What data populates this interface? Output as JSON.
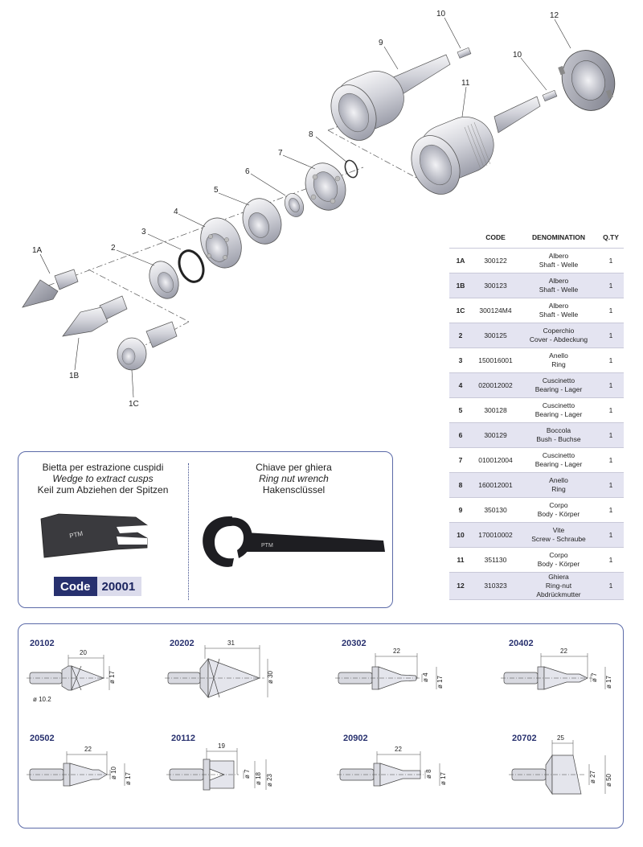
{
  "callouts": {
    "c1A": "1A",
    "c1B": "1B",
    "c1C": "1C",
    "c2": "2",
    "c3": "3",
    "c4": "4",
    "c5": "5",
    "c6": "6",
    "c7": "7",
    "c8": "8",
    "c9": "9",
    "c10a": "10",
    "c10b": "10",
    "c11": "11",
    "c12": "12"
  },
  "table": {
    "headers": [
      "",
      "CODE",
      "DENOMINATION",
      "Q.TY"
    ],
    "rows": [
      {
        "pos": "1A",
        "code": "300122",
        "name": [
          "Albero",
          "Shaft - Welle"
        ],
        "qty": "1"
      },
      {
        "pos": "1B",
        "code": "300123",
        "name": [
          "Albero",
          "Shaft - Welle"
        ],
        "qty": "1"
      },
      {
        "pos": "1C",
        "code": "300124M4",
        "name": [
          "Albero",
          "Shaft - Welle"
        ],
        "qty": "1"
      },
      {
        "pos": "2",
        "code": "300125",
        "name": [
          "Coperchio",
          "Cover - Abdeckung"
        ],
        "qty": "1"
      },
      {
        "pos": "3",
        "code": "150016001",
        "name": [
          "Anello",
          "Ring"
        ],
        "qty": "1"
      },
      {
        "pos": "4",
        "code": "020012002",
        "name": [
          "Cuscinetto",
          "Bearing - Lager"
        ],
        "qty": "1"
      },
      {
        "pos": "5",
        "code": "300128",
        "name": [
          "Cuscinetto",
          "Bearing - Lager"
        ],
        "qty": "1"
      },
      {
        "pos": "6",
        "code": "300129",
        "name": [
          "Boccola",
          "Bush - Buchse"
        ],
        "qty": "1"
      },
      {
        "pos": "7",
        "code": "010012004",
        "name": [
          "Cuscinetto",
          "Bearing - Lager"
        ],
        "qty": "1"
      },
      {
        "pos": "8",
        "code": "160012001",
        "name": [
          "Anello",
          "Ring"
        ],
        "qty": "1"
      },
      {
        "pos": "9",
        "code": "350130",
        "name": [
          "Corpo",
          "Body - Körper"
        ],
        "qty": "1"
      },
      {
        "pos": "10",
        "code": "170010002",
        "name": [
          "Vite",
          "Screw - Schraube"
        ],
        "qty": "1"
      },
      {
        "pos": "11",
        "code": "351130",
        "name": [
          "Corpo",
          "Body - Körper"
        ],
        "qty": "1"
      },
      {
        "pos": "12",
        "code": "310323",
        "name": [
          "Ghiera",
          "Ring-nut",
          "Abdrückmutter"
        ],
        "qty": "1"
      }
    ]
  },
  "tools": {
    "wedge": {
      "title_it": "Bietta per estrazione cuspidi",
      "title_en": "Wedge to extract cusps",
      "title_de": "Keil zum Abziehen der Spitzen",
      "code_label": "Code",
      "code_value": "20001",
      "logo": "PTM"
    },
    "wrench": {
      "title_it": "Chiave per ghiera",
      "title_en": "Ring nut wrench",
      "title_de": "Hakensclüssel",
      "logo": "PTM"
    }
  },
  "points": [
    {
      "code": "20102",
      "dims": [
        "20",
        "ø 17",
        "ø 10.2"
      ]
    },
    {
      "code": "20202",
      "dims": [
        "31",
        "ø 30"
      ]
    },
    {
      "code": "20302",
      "dims": [
        "22",
        "ø 4",
        "ø 17"
      ]
    },
    {
      "code": "20402",
      "dims": [
        "22",
        "ø 7",
        "ø 17"
      ]
    },
    {
      "code": "20502",
      "dims": [
        "22",
        "ø 10",
        "ø 17"
      ]
    },
    {
      "code": "20112",
      "dims": [
        "19",
        "ø 7",
        "ø 18",
        "ø 23"
      ]
    },
    {
      "code": "20902",
      "dims": [
        "22",
        "ø 8",
        "ø 17"
      ]
    },
    {
      "code": "20702",
      "dims": [
        "25",
        "ø 27",
        "ø 50"
      ]
    }
  ],
  "colors": {
    "accent": "#27306e",
    "border": "#5b6aa8",
    "row_shade": "#e4e4f1",
    "badge_light": "#dcdcec"
  }
}
